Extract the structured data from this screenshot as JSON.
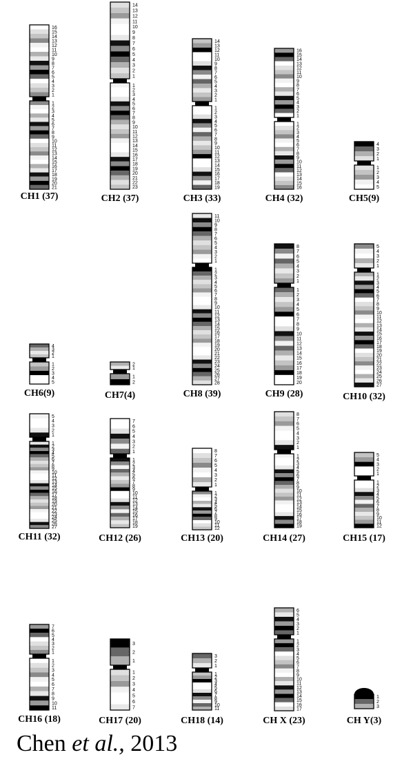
{
  "citation": {
    "authors": "Chen",
    "etal": "et al.,",
    "year": "2013"
  },
  "chromosomes": [
    {
      "id": "ch1",
      "label": "CH1 (37)",
      "p_bands": [
        "16",
        "15",
        "14",
        "13",
        "12",
        "11",
        "10",
        "9",
        "8",
        "7",
        "6",
        "5",
        "4",
        "3",
        "2",
        "1"
      ],
      "q_bands": [
        "1",
        "2",
        "3",
        "4",
        "5",
        "6",
        "7",
        "8",
        "9",
        "10",
        "11",
        "12",
        "13",
        "14",
        "15",
        "16",
        "17",
        "18",
        "19",
        "20",
        "21"
      ]
    },
    {
      "id": "ch2",
      "label": "CH2 (37)",
      "p_bands": [
        "14",
        "13",
        "12",
        "11",
        "10",
        "9",
        "8",
        "7",
        "6",
        "5",
        "4",
        "3",
        "2",
        "1"
      ],
      "q_bands": [
        "1",
        "2",
        "3",
        "4",
        "5",
        "6",
        "7",
        "8",
        "9",
        "10",
        "11",
        "12",
        "13",
        "14",
        "15",
        "16",
        "17",
        "18",
        "19",
        "20",
        "21",
        "22",
        "23"
      ]
    },
    {
      "id": "ch3",
      "label": "CH3 (33)",
      "p_bands": [
        "14",
        "13",
        "12",
        "11",
        "10",
        "9",
        "8",
        "7",
        "6",
        "5",
        "4",
        "3",
        "2",
        "1"
      ],
      "q_bands": [
        "1",
        "2",
        "3",
        "4",
        "5",
        "6",
        "7",
        "8",
        "9",
        "10",
        "11",
        "12",
        "13",
        "14",
        "15",
        "16",
        "17",
        "18",
        "19"
      ]
    },
    {
      "id": "ch4",
      "label": "CH4 (32)",
      "p_bands": [
        "16",
        "15",
        "14",
        "13",
        "12",
        "11",
        "10",
        "9",
        "8",
        "7",
        "6",
        "5",
        "4",
        "3",
        "2",
        "1"
      ],
      "q_bands": [
        "1",
        "2",
        "3",
        "4",
        "5",
        "6",
        "7",
        "8",
        "9",
        "10",
        "11",
        "12",
        "13",
        "14",
        "15",
        "16"
      ]
    },
    {
      "id": "ch5",
      "label": "CH5(9)",
      "p_bands": [
        "4",
        "3",
        "2",
        "1"
      ],
      "q_bands": [
        "1",
        "2",
        "3",
        "4",
        "5"
      ]
    },
    {
      "id": "ch6",
      "label": "CH6(9)",
      "p_bands": [
        "4",
        "3",
        "2",
        "1"
      ],
      "q_bands": [
        "1",
        "2",
        "3",
        "4",
        "5"
      ]
    },
    {
      "id": "ch7",
      "label": "CH7(4)",
      "p_bands": [
        "2",
        "1"
      ],
      "q_bands": [
        "1",
        "2"
      ]
    },
    {
      "id": "ch8",
      "label": "CH8 (39)",
      "p_bands": [
        "11",
        "10",
        "9",
        "8",
        "7",
        "6",
        "5",
        "4",
        "3",
        "2",
        "1"
      ],
      "q_bands": [
        "1",
        "2",
        "3",
        "4",
        "5",
        "6",
        "7",
        "8",
        "9",
        "10",
        "11",
        "12",
        "13",
        "14",
        "15",
        "16",
        "17",
        "18",
        "19",
        "20",
        "21",
        "22",
        "23",
        "24",
        "25",
        "26",
        "27",
        "28"
      ]
    },
    {
      "id": "ch9",
      "label": "CH9 (28)",
      "p_bands": [
        "8",
        "7",
        "6",
        "5",
        "4",
        "3",
        "2",
        "1"
      ],
      "q_bands": [
        "1",
        "2",
        "3",
        "4",
        "5",
        "6",
        "7",
        "8",
        "9",
        "10",
        "11",
        "12",
        "13",
        "14",
        "15",
        "16",
        "17",
        "18",
        "19",
        "20"
      ]
    },
    {
      "id": "ch10",
      "label": "CH10 (32)",
      "p_bands": [
        "5",
        "4",
        "3",
        "2",
        "1"
      ],
      "q_bands": [
        "1",
        "2",
        "3",
        "4",
        "5",
        "6",
        "7",
        "8",
        "9",
        "10",
        "11",
        "12",
        "13",
        "14",
        "15",
        "16",
        "17",
        "18",
        "19",
        "20",
        "21",
        "22",
        "23",
        "24",
        "25",
        "26",
        "27"
      ]
    },
    {
      "id": "ch11",
      "label": "CH11 (32)",
      "p_bands": [
        "5",
        "4",
        "3",
        "2",
        "1"
      ],
      "q_bands": [
        "1",
        "2",
        "3",
        "4",
        "5",
        "6",
        "7",
        "8",
        "9",
        "10",
        "11",
        "12",
        "13",
        "14",
        "15",
        "16",
        "17",
        "18",
        "19",
        "20",
        "21",
        "22",
        "23",
        "24",
        "25",
        "26",
        "27"
      ]
    },
    {
      "id": "ch12",
      "label": "CH12 (26)",
      "p_bands": [
        "7",
        "6",
        "5",
        "4",
        "3",
        "2",
        "1"
      ],
      "q_bands": [
        "1",
        "2",
        "3",
        "4",
        "5",
        "6",
        "7",
        "8",
        "9",
        "10",
        "11",
        "12",
        "13",
        "14",
        "15",
        "16",
        "17",
        "18",
        "19"
      ]
    },
    {
      "id": "ch13",
      "label": "CH13 (20)",
      "p_bands": [
        "8",
        "7",
        "6",
        "5",
        "4",
        "3",
        "2",
        "1"
      ],
      "q_bands": [
        "1",
        "2",
        "3",
        "4",
        "5",
        "6",
        "7",
        "8",
        "9",
        "10",
        "11",
        "12"
      ]
    },
    {
      "id": "ch14",
      "label": "CH14 (27)",
      "p_bands": [
        "8",
        "7",
        "6",
        "5",
        "4",
        "3",
        "2",
        "1"
      ],
      "q_bands": [
        "1",
        "2",
        "3",
        "4",
        "5",
        "6",
        "7",
        "8",
        "9",
        "10",
        "11",
        "12",
        "13",
        "14",
        "15",
        "16",
        "17",
        "18",
        "19"
      ]
    },
    {
      "id": "ch15",
      "label": "CH15 (17)",
      "p_bands": [
        "5",
        "4",
        "3",
        "2",
        "1"
      ],
      "q_bands": [
        "1",
        "2",
        "3",
        "4",
        "5",
        "6",
        "7",
        "8",
        "9",
        "10",
        "11",
        "12"
      ]
    },
    {
      "id": "ch16",
      "label": "CH16 (18)",
      "p_bands": [
        "7",
        "6",
        "5",
        "4",
        "3",
        "2",
        "1"
      ],
      "q_bands": [
        "1",
        "2",
        "3",
        "4",
        "5",
        "6",
        "7",
        "8",
        "9",
        "10",
        "11"
      ]
    },
    {
      "id": "ch17",
      "label": "CH17 (20)",
      "p_bands": [
        "3",
        "2",
        "1"
      ],
      "q_bands": [
        "1",
        "2",
        "3",
        "4",
        "5",
        "6",
        "7"
      ]
    },
    {
      "id": "ch18",
      "label": "CH18 (14)",
      "p_bands": [
        "3",
        "2",
        "1"
      ],
      "q_bands": [
        "1",
        "2",
        "3",
        "4",
        "5",
        "6",
        "7",
        "8",
        "9",
        "10",
        "11"
      ]
    },
    {
      "id": "chx",
      "label": "CH X (23)",
      "p_bands": [
        "6",
        "5",
        "4",
        "3",
        "2",
        "1"
      ],
      "q_bands": [
        "1",
        "2",
        "3",
        "4",
        "5",
        "6",
        "7",
        "8",
        "9",
        "10",
        "11",
        "12",
        "13",
        "14",
        "15",
        "16",
        "17"
      ]
    },
    {
      "id": "chy",
      "label": "CH Y(3)",
      "p_bands": [],
      "q_bands": [
        "1",
        "2",
        "3"
      ]
    }
  ]
}
